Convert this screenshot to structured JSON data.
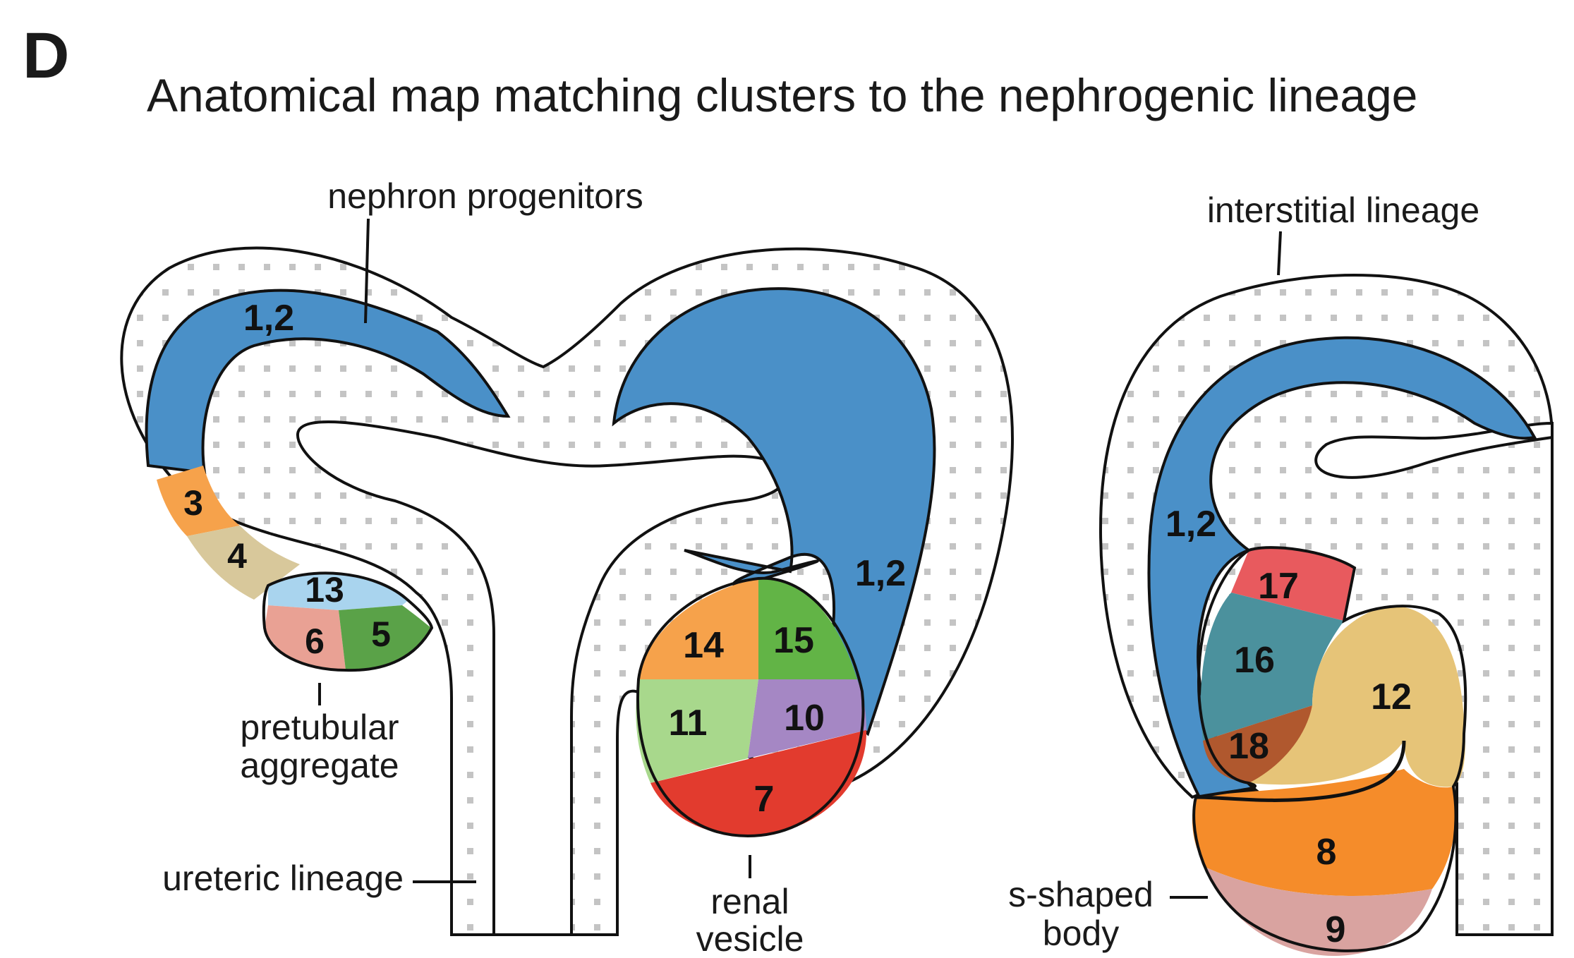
{
  "panel_letter": "D",
  "title": "Anatomical map matching clusters to the nephrogenic lineage",
  "labels": {
    "nephron_progenitors": "nephron progenitors",
    "interstitial_lineage": "interstitial lineage",
    "pretubular_line1": "pretubular",
    "pretubular_line2": "aggregate",
    "ureteric_lineage": "ureteric lineage",
    "renal_line1": "renal",
    "renal_line2": "vesicle",
    "sshaped_line1": "s-shaped",
    "sshaped_line2": "body"
  },
  "clusters": {
    "left_cap": "1,2",
    "c3": "3",
    "c4": "4",
    "c13": "13",
    "c6": "6",
    "c5": "5",
    "right_cap": "1,2",
    "c14": "14",
    "c15": "15",
    "c11": "11",
    "c10": "10",
    "c7": "7",
    "third_cap": "1,2",
    "c17": "17",
    "c16": "16",
    "c18": "18",
    "c12": "12",
    "c8": "8",
    "c9": "9"
  },
  "colors": {
    "cap_blue": "#4a90c8",
    "orange_light": "#f6a24b",
    "tan": "#d8c89b",
    "light_blue": "#a9d4ee",
    "salmon": "#e9a194",
    "green": "#5aa248",
    "green_bright": "#62b446",
    "light_green": "#a8d88c",
    "purple": "#a587c4",
    "red": "#e23b2e",
    "red_pink": "#e85a5e",
    "teal": "#4b919d",
    "brown": "#b0582e",
    "sand": "#e6c478",
    "orange": "#f58c2a",
    "pink": "#d9a3a0",
    "dots": "#c4c4c4"
  }
}
